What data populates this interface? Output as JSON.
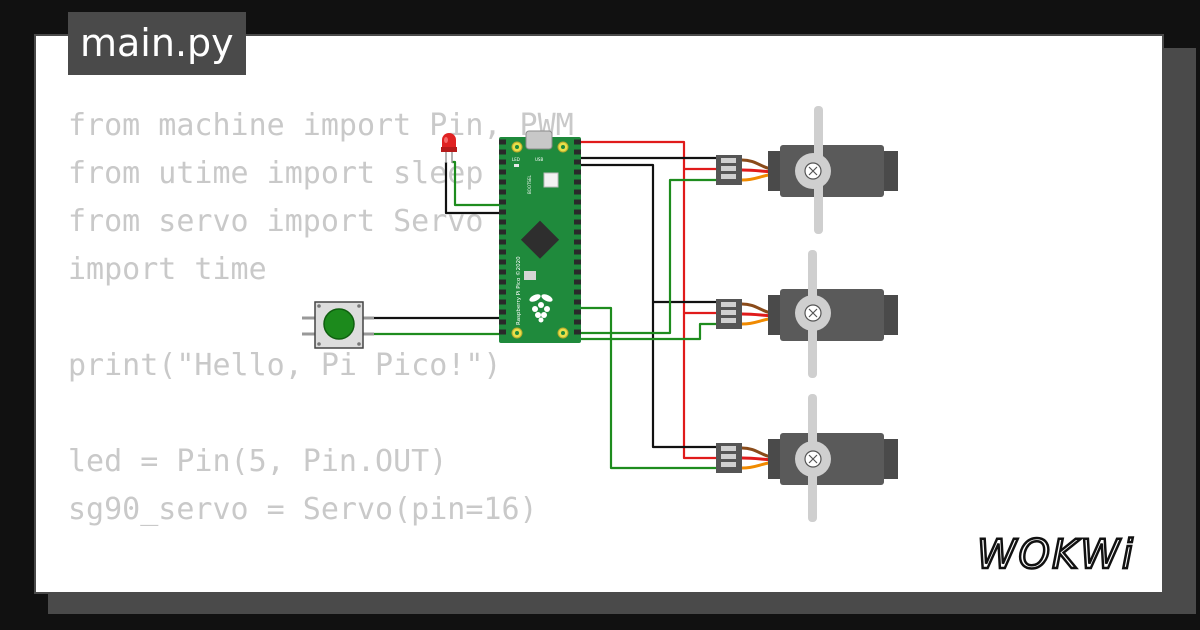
{
  "editor": {
    "filename": "main.py",
    "code_lines": [
      "from machine import Pin, PWM",
      "from utime import sleep",
      "from servo import Servo",
      "import time",
      "",
      "print(\"Hello, Pi Pico!\")",
      "",
      "led = Pin(5, Pin.OUT)",
      "sg90_servo = Servo(pin=16)"
    ]
  },
  "board": {
    "usb_label": "USB",
    "led_label": "LED",
    "bootsel_label": "BOOTSEL",
    "silkscreen": "Raspberry Pi Pico ©2020"
  },
  "circuit": {
    "components": [
      "led-red",
      "pushbutton-green",
      "raspberry-pi-pico",
      "servo-1",
      "servo-2",
      "servo-3"
    ],
    "colors": {
      "wire_red": "#e01b1b",
      "wire_black": "#111111",
      "wire_green": "#1e8c1e",
      "pcb": "#1f8a3c",
      "servo_body": "#5a5a5a",
      "servo_horn": "#cfcfcf",
      "led": "#e02222",
      "button": "#1c8a1c"
    }
  },
  "brand": {
    "logo_text": "WOKWi"
  }
}
